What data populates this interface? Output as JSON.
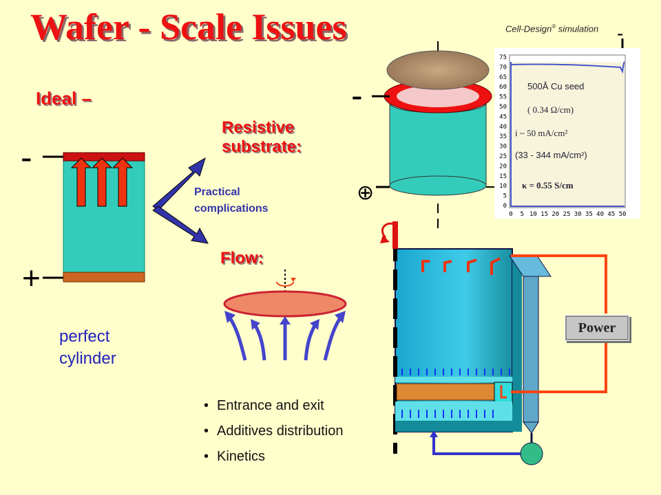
{
  "title": "Wafer - Scale Issues",
  "sim_note": {
    "text": "Cell-Design",
    "reg": "®",
    "suffix": " simulation"
  },
  "ideal_label": "Ideal –",
  "resistive_label": "Resistive substrate:",
  "flow_label": "Flow:",
  "practical_label": "Practical complications",
  "perfect_label": "perfect cylinder",
  "bullets": [
    "Entrance and exit",
    "Additives distribution",
    "Kinetics"
  ],
  "power_label": "Power",
  "signs": {
    "minus": "-",
    "plus": "+",
    "plus_circle": "⊕"
  },
  "colors": {
    "title": "#ee1111",
    "blue_text": "#2222bb",
    "cylinder": "#33ccbb",
    "arrow": "#ff5522",
    "flow_arrow": "#4444cc",
    "pipe": "#ff4411"
  },
  "chart_data": {
    "type": "heatmap",
    "y_ticks": [
      "75",
      "70",
      "65",
      "60",
      "55",
      "50",
      "45",
      "40",
      "35",
      "30",
      "25",
      "20",
      "15",
      "10",
      "5",
      "0"
    ],
    "x_ticks": [
      "0",
      "5",
      "10",
      "15",
      "20",
      "25",
      "30",
      "35",
      "40",
      "45",
      "50"
    ],
    "annotations": {
      "seed": "500Å Cu seed",
      "resist": "( 0.34 Ω/cm)",
      "current": "i ~ 50 mA/cm²",
      "range": "(33 - 344 mA/cm²)",
      "kappa": "κ  = 0.55 S/cm"
    }
  }
}
